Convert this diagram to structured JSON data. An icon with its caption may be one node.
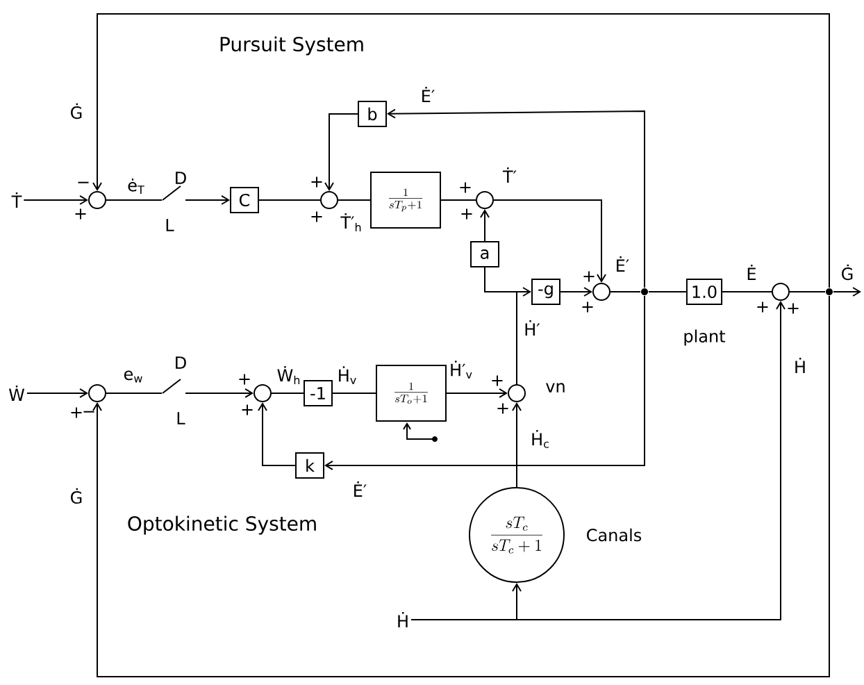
{
  "diagram": {
    "nodes": [
      {
        "text": [
          "Ṫ"
        ]
      },
      {
        "text": [],
        "shape": "circle",
        "beside": [
          "−",
          "+"
        ]
      },
      {
        "text": [],
        "shape": "switch",
        "beside": [
          "D",
          "L"
        ]
      },
      {
        "text": [
          "C"
        ]
      },
      {
        "text": [],
        "shape": "circle",
        "beside": [
          "+",
          "+"
        ]
      },
      {
        "text": [
          "b"
        ]
      },
      {
        "text": [
          "\\frac{1}{sT_{p}+1}"
        ]
      },
      {
        "text": [],
        "shape": "circle",
        "beside": [
          "+",
          "+"
        ]
      },
      {
        "text": [
          "a"
        ]
      },
      {
        "text": [
          "-g"
        ]
      },
      {
        "text": [],
        "shape": "circle",
        "beside": [
          "+",
          "+"
        ]
      },
      {
        "text": [],
        "shape": "dot"
      },
      {
        "text": [
          "1.0"
        ],
        "beside": [
          "plant"
        ]
      },
      {
        "text": [],
        "shape": "circle",
        "beside": [
          "+",
          "+"
        ]
      },
      {
        "text": [],
        "shape": "dot"
      },
      {
        "text": [
          "Ẇ"
        ]
      },
      {
        "text": [],
        "shape": "circle",
        "beside": [
          "+",
          "−"
        ]
      },
      {
        "text": [],
        "shape": "switch",
        "beside": [
          "D",
          "L"
        ]
      },
      {
        "text": [],
        "shape": "circle",
        "beside": [
          "+",
          "+"
        ]
      },
      {
        "text": [
          "-1"
        ]
      },
      {
        "text": [
          "\\frac{1}{sT_{o}+1}"
        ]
      },
      {
        "text": [],
        "shape": "circle",
        "beside": [
          "+",
          "+",
          "vn"
        ]
      },
      {
        "text": [
          "k"
        ]
      },
      {
        "text": [
          "\\frac{sT_{c}}{sT_{c}+1}"
        ],
        "beside": [
          "Canals"
        ]
      },
      {
        "text": [
          "Ḣ"
        ]
      }
    ],
    "edges": [
      {
        "from": 0,
        "to": 1,
        "arrow": "to"
      },
      {
        "from": 14,
        "to": 1,
        "arrow": "to",
        "label": "Ġ"
      },
      {
        "from": 1,
        "to": 2,
        "arrow": "none",
        "label": "ė$_{T}$"
      },
      {
        "from": 2,
        "to": 3,
        "arrow": "to"
      },
      {
        "from": 3,
        "to": 4,
        "arrow": "none"
      },
      {
        "from": 11,
        "to": 5,
        "arrow": "to",
        "label": "Ė′"
      },
      {
        "from": 5,
        "to": 4,
        "arrow": "to"
      },
      {
        "from": 4,
        "to": 6,
        "arrow": "none",
        "label": "Ṫ′$_{h}$"
      },
      {
        "from": 6,
        "to": 7,
        "arrow": "none"
      },
      {
        "from": 8,
        "to": 7,
        "arrow": "to"
      },
      {
        "from": 7,
        "to": 10,
        "arrow": "to",
        "label": "Ṫ′"
      },
      {
        "from": 21,
        "to": 9,
        "arrow": "to",
        "label": "Ḣ′"
      },
      {
        "from": 21,
        "to": 8,
        "arrow": "none"
      },
      {
        "from": 9,
        "to": 10,
        "arrow": "to"
      },
      {
        "from": 10,
        "to": 11,
        "arrow": "none",
        "label": "Ė′"
      },
      {
        "from": 11,
        "to": 12,
        "arrow": "none"
      },
      {
        "from": 12,
        "to": 13,
        "arrow": "none",
        "label": "Ė"
      },
      {
        "from": 13,
        "to": 14,
        "arrow": "none"
      },
      {
        "from": 14,
        "to": null,
        "arrow": "to",
        "label": "Ġ"
      },
      {
        "from": 15,
        "to": 16,
        "arrow": "to"
      },
      {
        "from": 14,
        "to": 16,
        "arrow": "to",
        "label": "Ġ"
      },
      {
        "from": 16,
        "to": 17,
        "arrow": "none",
        "label": "e$_{w}$"
      },
      {
        "from": 17,
        "to": 18,
        "arrow": "to"
      },
      {
        "from": 18,
        "to": 19,
        "arrow": "none",
        "label": "Ẇ$_{h}$"
      },
      {
        "from": 19,
        "to": 20,
        "arrow": "none",
        "label": "Ḣ$_{v}$"
      },
      {
        "from": 20,
        "to": 21,
        "arrow": "to",
        "label": "Ḣ′$_{v}$"
      },
      {
        "from": 11,
        "to": 22,
        "arrow": "to",
        "label": "Ė′"
      },
      {
        "from": 22,
        "to": 18,
        "arrow": "to"
      },
      {
        "from": 23,
        "to": 21,
        "arrow": "to",
        "label": "Ḣ$_{c}$"
      },
      {
        "from": 24,
        "to": 23,
        "arrow": "to"
      },
      {
        "from": 24,
        "to": 13,
        "arrow": "to",
        "label": "Ḣ"
      }
    ],
    "labels": [
      "Pursuit System",
      "Optokinetic System"
    ]
  }
}
